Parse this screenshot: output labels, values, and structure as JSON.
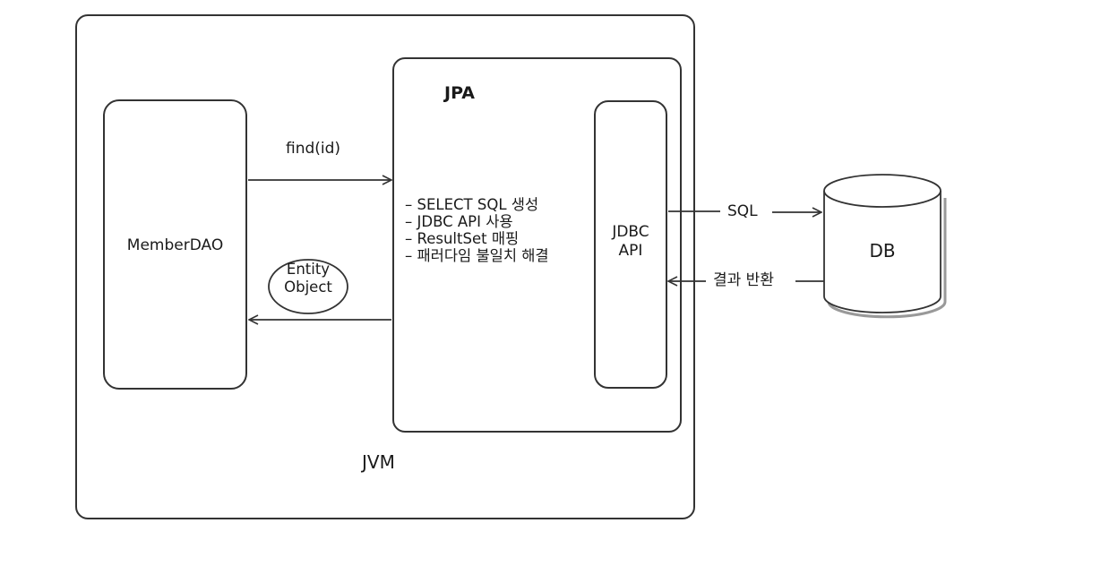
{
  "jvm": {
    "label": "JVM"
  },
  "member_dao": {
    "label": "MemberDAO"
  },
  "jpa": {
    "title": "JPA",
    "tasks": [
      "SELECT SQL 생성",
      "JDBC API 사용",
      "ResultSet 매핑",
      "패러다임 불일치 해결"
    ]
  },
  "jdbc": {
    "line1": "JDBC",
    "line2": "API"
  },
  "db": {
    "label": "DB"
  },
  "arrows": {
    "find": "find(id)",
    "sql": "SQL",
    "result": "결과 반환"
  },
  "entity": {
    "line1": "Entity",
    "line2": "Object"
  }
}
